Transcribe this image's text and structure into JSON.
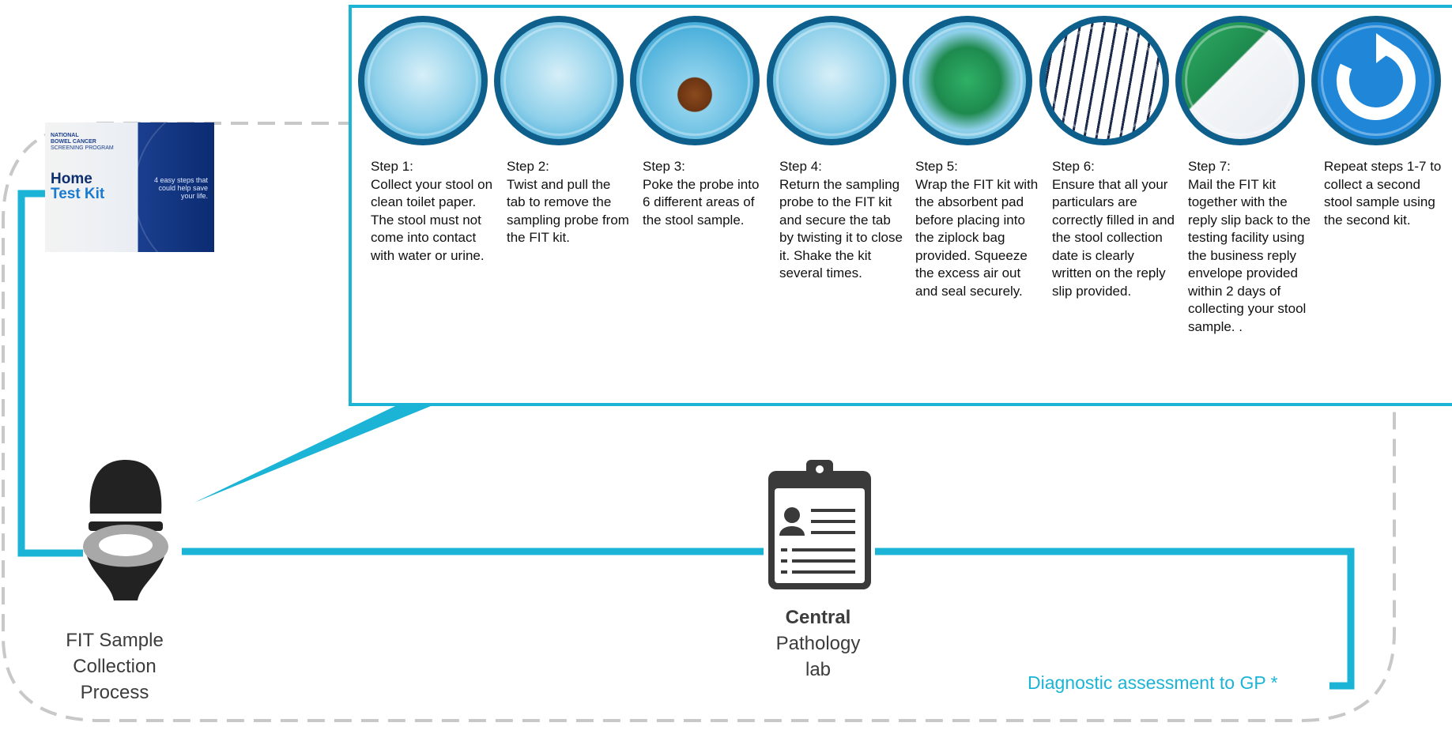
{
  "kit": {
    "org_line1": "NATIONAL",
    "org_line2": "BOWEL CANCER",
    "org_line3": "SCREENING PROGRAM",
    "title_line1": "Home",
    "title_line2": "Test Kit",
    "tagline": "4 easy steps that could help save your life."
  },
  "steps": [
    {
      "title": "Step 1:",
      "body": "Collect your stool on clean toilet paper. The stool must not come into contact with water or urine.",
      "icon": "toilet-paper-icon"
    },
    {
      "title": "Step 2:",
      "body": "Twist and pull the tab to remove the sampling probe from the FIT kit.",
      "icon": "probe-tube-icon"
    },
    {
      "title": "Step 3:",
      "body": "Poke the probe into 6 different areas of the stool sample.",
      "icon": "stool-sample-icon"
    },
    {
      "title": "Step 4:",
      "body": "Return the sampling probe to the FIT kit and secure the tab by twisting it to close it. Shake the kit several times.",
      "icon": "shake-kit-icon"
    },
    {
      "title": "Step 5:",
      "body": "Wrap the FIT kit with the absorbent pad before placing into the ziplock bag provided. Squeeze the excess air out and seal securely.",
      "icon": "ziplock-bag-icon"
    },
    {
      "title": "Step 6:",
      "body": "Ensure that all your particulars are correctly filled in and the stool collection date is clearly written on the reply slip provided.",
      "icon": "reply-slip-icon"
    },
    {
      "title": "Step 7:",
      "body": "Mail the FIT kit together with the reply slip back to the testing facility using the business reply envelope provided within 2 days of collecting your stool sample. .",
      "icon": "mail-envelope-icon"
    },
    {
      "title": "",
      "body": "Repeat steps 1-7 to collect a second stool sample using the second kit.",
      "icon": "repeat-arrow-icon"
    }
  ],
  "colors": {
    "accent": "#1bb4d6",
    "dark": "#3a3a3a",
    "dash": "#c8c8c8"
  },
  "nodes": {
    "collection": {
      "line1": "FIT Sample",
      "line2": "Collection",
      "line3": "Process"
    },
    "lab": {
      "line1": "Central",
      "line2": "Pathology",
      "line3": "lab"
    }
  },
  "diagnostic_note": "Diagnostic assessment to GP *"
}
